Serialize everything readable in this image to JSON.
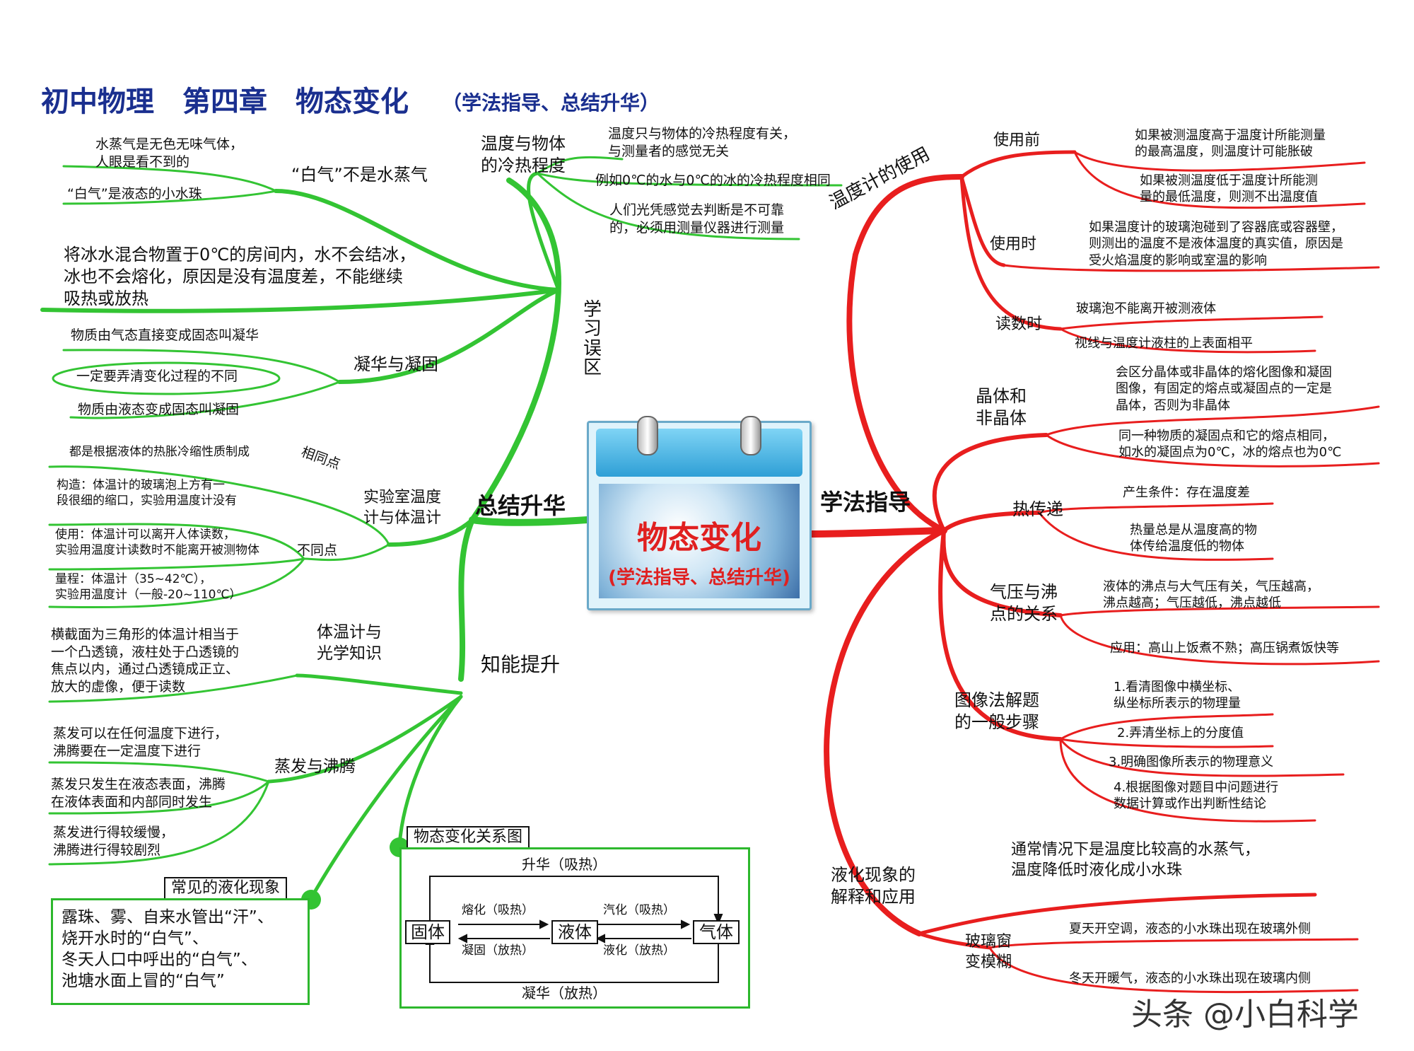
{
  "title": {
    "main": "初中物理　第四章　物态变化",
    "sub": "（学法指导、总结升华）"
  },
  "center": {
    "title": "物态变化",
    "subtitle": "(学法指导、总结升华)"
  },
  "colors": {
    "left_branch": "#33c433",
    "right_branch": "#e81e1e",
    "title": "#1a2f8f",
    "center_text": "#e02020"
  },
  "left": {
    "main_summary": "总结升华",
    "main_ability": "知能提升",
    "mistakes_label": "学\n习\n误\n区",
    "hot_cold": {
      "label": "温度与物体\n的冷热程度",
      "items": [
        "温度只与物体的冷热程度有关，\n与测量者的感觉无关",
        "例如0℃的水与0℃的冰的冷热程度相同",
        "人们光凭感觉去判断是不可靠\n的，必须用测量仪器进行测量"
      ]
    },
    "white_gas": {
      "label": "“白气”不是水蒸气",
      "items": [
        "水蒸气是无色无味气体，\n人眼是看不到的",
        "“白气”是液态的小水珠"
      ]
    },
    "ice_water": "将冰水混合物置于0℃的房间内，水不会结冰，\n冰也不会熔化，原因是没有温度差，不能继续\n吸热或放热",
    "deposit": {
      "label": "凝华与凝固",
      "items": [
        "物质由气态直接变成固态叫凝华",
        "一定要弄清变化过程的不同",
        "物质由液态变成固态叫凝固"
      ]
    },
    "thermometer": {
      "label": "实验室温度\n计与体温计",
      "same_label": "相同点",
      "diff_label": "不同点",
      "same": "都是根据液体的热胀冷缩性质制成",
      "diff": [
        "构造：体温计的玻璃泡上方有一\n段很细的缩口，实验用温度计没有",
        "使用：体温计可以离开人体读数，\n实验用温度计读数时不能离开被测物体",
        "量程：体温计（35~42℃），\n实验用温度计（一般-20~110℃）"
      ]
    },
    "optics": {
      "label": "体温计与\n光学知识",
      "text": "横截面为三角形的体温计相当于\n一个凸透镜，液柱处于凸透镜的\n焦点以内，通过凸透镜成正立、\n放大的虚像，便于读数"
    },
    "evap": {
      "label": "蒸发与沸腾",
      "items": [
        "蒸发可以在任何温度下进行，\n沸腾要在一定温度下进行",
        "蒸发只发生在液态表面，沸腾\n在液体表面和内部同时发生",
        "蒸发进行得较缓慢，\n沸腾进行得较剧烈"
      ]
    },
    "liquefy_common": {
      "label": "常见的液化现象",
      "text": "露珠、雾、自来水管出“汗”、\n烧开水时的“白气”、\n冬天人口中呼出的“白气”、\n池塘水面上冒的“白气”"
    },
    "relation": {
      "label": "物态变化关系图",
      "solid": "固体",
      "liquid": "液体",
      "gas": "气体",
      "sublimation": "升华（吸热）",
      "melting": "熔化（吸热）",
      "vaporization": "汽化（吸热）",
      "freezing": "凝固（放热）",
      "liquefaction": "液化（放热）",
      "deposition": "凝华（放热）"
    }
  },
  "right": {
    "main_guide": "学法指导",
    "thermometer_use": {
      "label": "温度计的使用",
      "before_label": "使用前",
      "before": [
        "如果被测温度高于温度计所能测量\n的最高温度，则温度计可能胀破",
        "如果被测温度低于温度计所能测\n量的最低温度，则测不出温度值"
      ],
      "during_label": "使用时",
      "during": "如果温度计的玻璃泡碰到了容器底或容器壁，\n则测出的温度不是液体温度的真实值，原因是\n受火焰温度的影响或室温的影响",
      "reading_label": "读数时",
      "reading": [
        "玻璃泡不能离开被测液体",
        "视线与温度计液柱的上表面相平"
      ]
    },
    "crystal": {
      "label": "晶体和\n非晶体",
      "items": [
        "会区分晶体或非晶体的熔化图像和凝固\n图像，有固定的熔点或凝固点的一定是\n晶体，否则为非晶体",
        "同一种物质的凝固点和它的熔点相同，\n如水的凝固点为0℃，冰的熔点也为0℃"
      ]
    },
    "heat": {
      "label": "热传递",
      "items": [
        "产生条件：存在温度差",
        "热量总是从温度高的物\n体传给温度低的物体"
      ]
    },
    "pressure": {
      "label": "气压与沸\n点的关系",
      "items": [
        "液体的沸点与大气压有关，气压越高，\n沸点越高；气压越低，沸点越低",
        "应用：高山上饭煮不熟；高压锅煮饭快等"
      ]
    },
    "graph": {
      "label": "图像法解题\n的一般步骤",
      "items": [
        "1.看清图像中横坐标、\n纵坐标所表示的物理量",
        "2.弄清坐标上的分度值",
        "3.明确图像所表示的物理意义",
        "4.根据图像对题目中问题进行\n数据计算或作出判断性结论"
      ]
    },
    "liquefy": {
      "label": "液化现象的\n解释和应用",
      "text": "通常情况下是温度比较高的水蒸气，\n温度降低时液化成小水珠",
      "window_label": "玻璃窗\n变模糊",
      "window": [
        "夏天开空调，液态的小水珠出现在玻璃外侧",
        "冬天开暖气，液态的小水珠出现在玻璃内侧"
      ]
    }
  },
  "watermark": "头条 @小白科学"
}
